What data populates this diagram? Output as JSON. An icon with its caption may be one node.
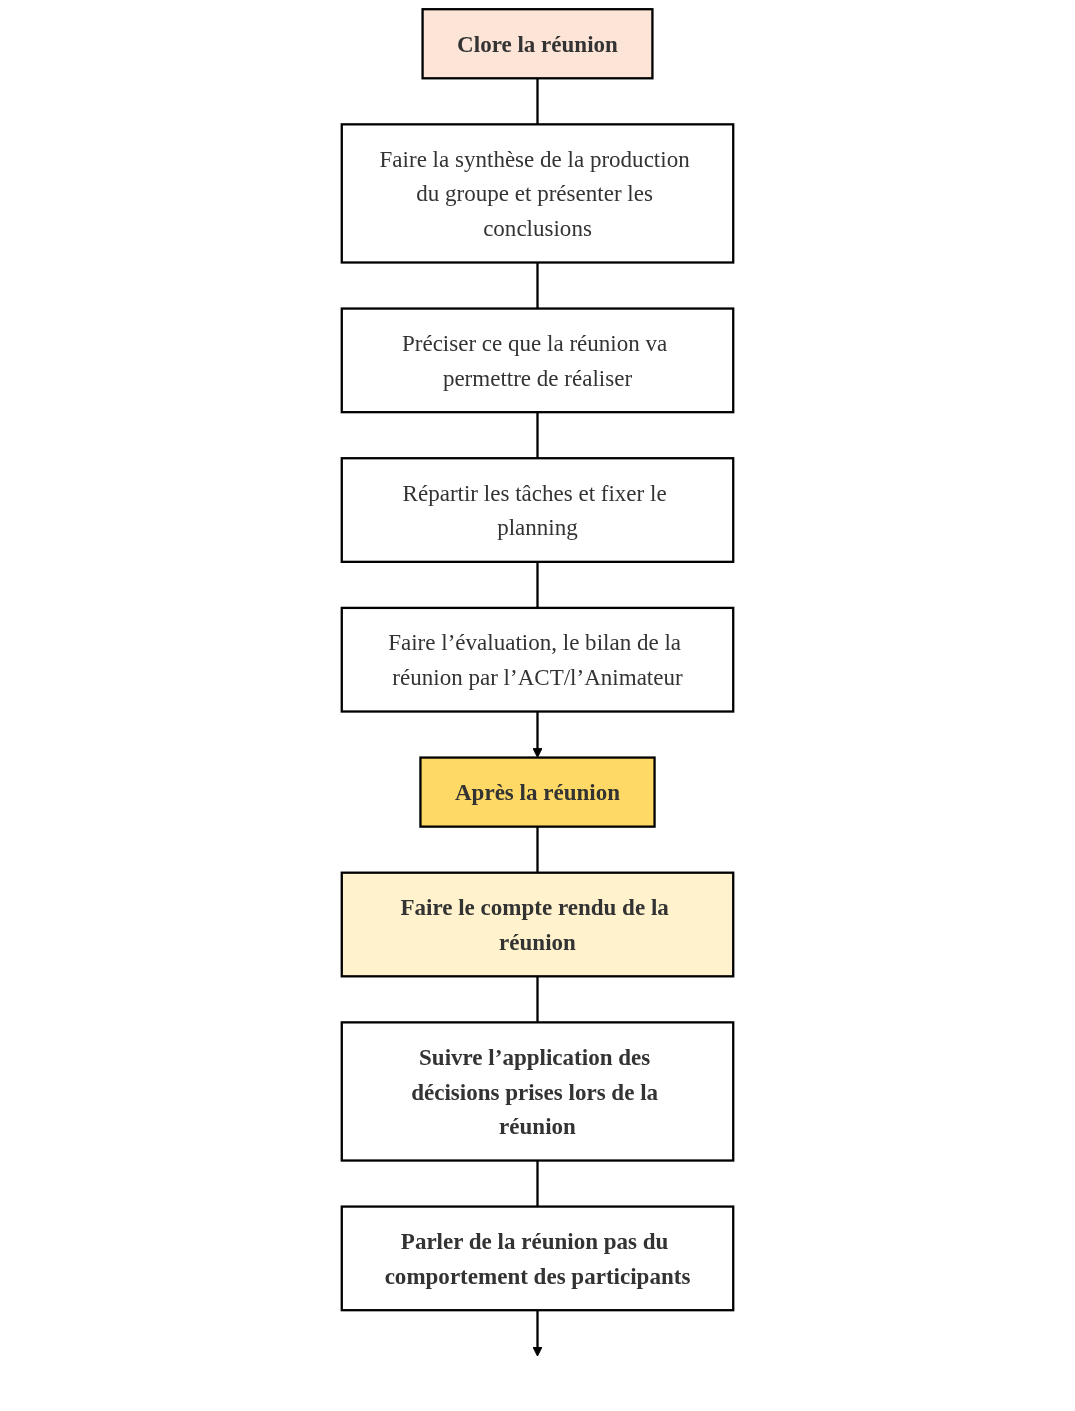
{
  "diagram": {
    "nodes": [
      {
        "text": [
          "Clore la réunion"
        ]
      },
      {
        "text": [
          "Faire la synthèse de la production du groupe et présenter les conclusions"
        ]
      },
      {
        "text": [
          "Préciser ce que la réunion va permettre de réaliser"
        ]
      },
      {
        "text": [
          "Répartir les tâches et fixer le planning"
        ]
      },
      {
        "text": [
          "Faire l’évaluation, le bilan de la réunion par l’ACT/l’Animateur"
        ]
      },
      {
        "text": [
          "Après la réunion"
        ]
      },
      {
        "text": [
          "Faire le compte rendu de la réunion"
        ]
      },
      {
        "text": [
          "Suivre l’application des décisions prises lors de la réunion"
        ]
      },
      {
        "text": [
          "Parler de la réunion pas du comportement des participants"
        ]
      }
    ],
    "edges": [
      {
        "from": 0,
        "to": 1,
        "arrow": "none"
      },
      {
        "from": 1,
        "to": 2,
        "arrow": "none"
      },
      {
        "from": 2,
        "to": 3,
        "arrow": "none"
      },
      {
        "from": 3,
        "to": 4,
        "arrow": "none"
      },
      {
        "from": 4,
        "to": 5,
        "arrow": "to"
      },
      {
        "from": 5,
        "to": 6,
        "arrow": "none"
      },
      {
        "from": 6,
        "to": 7,
        "arrow": "none"
      },
      {
        "from": 7,
        "to": 8,
        "arrow": "none"
      },
      {
        "from": 8,
        "to": null,
        "arrow": "to"
      }
    ]
  }
}
